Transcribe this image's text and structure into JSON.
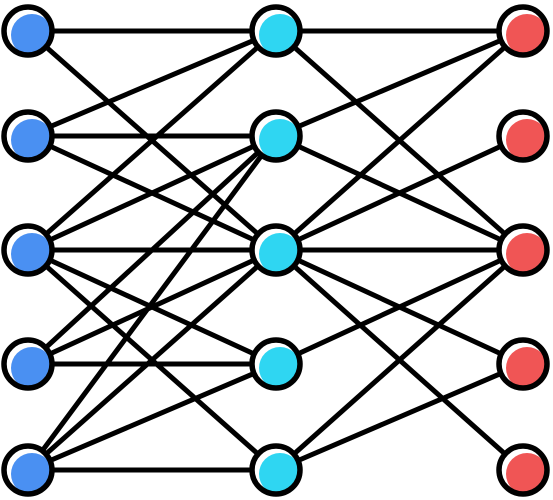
{
  "diagram": {
    "type": "neural-network",
    "layers": [
      {
        "name": "input-layer",
        "node_count": 5,
        "color": "#4A90F2"
      },
      {
        "name": "hidden-layer",
        "node_count": 5,
        "color": "#2FD6F2"
      },
      {
        "name": "output-layer",
        "node_count": 5,
        "color": "#F05555"
      }
    ],
    "edges": [
      [
        0,
        0,
        1,
        0
      ],
      [
        0,
        0,
        1,
        2
      ],
      [
        0,
        1,
        1,
        0
      ],
      [
        0,
        1,
        1,
        1
      ],
      [
        0,
        1,
        1,
        2
      ],
      [
        0,
        2,
        1,
        0
      ],
      [
        0,
        2,
        1,
        1
      ],
      [
        0,
        2,
        1,
        2
      ],
      [
        0,
        2,
        1,
        3
      ],
      [
        0,
        2,
        1,
        4
      ],
      [
        0,
        3,
        1,
        1
      ],
      [
        0,
        3,
        1,
        2
      ],
      [
        0,
        3,
        1,
        3
      ],
      [
        0,
        4,
        1,
        1
      ],
      [
        0,
        4,
        1,
        2
      ],
      [
        0,
        4,
        1,
        3
      ],
      [
        0,
        4,
        1,
        4
      ],
      [
        1,
        0,
        2,
        0
      ],
      [
        1,
        0,
        2,
        2
      ],
      [
        1,
        1,
        2,
        0
      ],
      [
        1,
        1,
        2,
        2
      ],
      [
        1,
        2,
        2,
        0
      ],
      [
        1,
        2,
        2,
        1
      ],
      [
        1,
        2,
        2,
        2
      ],
      [
        1,
        2,
        2,
        3
      ],
      [
        1,
        2,
        2,
        4
      ],
      [
        1,
        3,
        2,
        2
      ],
      [
        1,
        4,
        2,
        2
      ],
      [
        1,
        4,
        2,
        3
      ]
    ],
    "stroke_color": "#000000"
  }
}
